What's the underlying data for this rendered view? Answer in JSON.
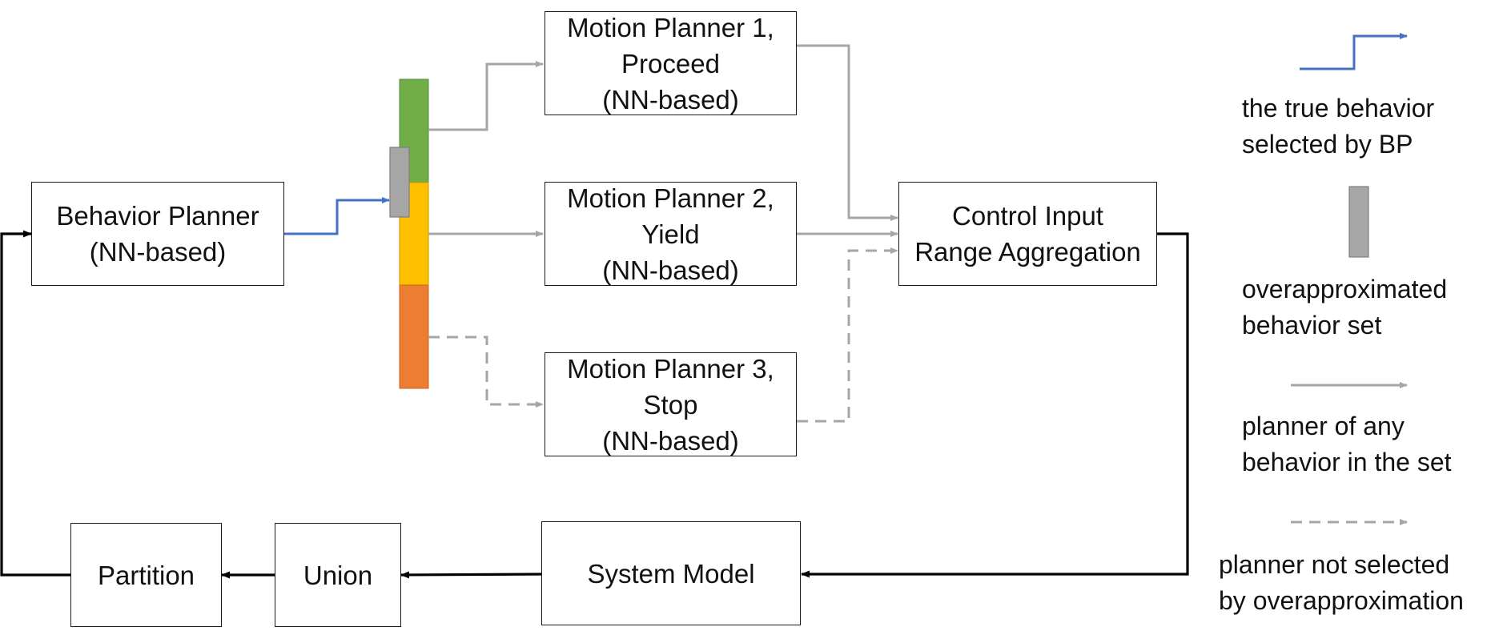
{
  "boxes": {
    "behavior_planner": {
      "line1": "Behavior Planner",
      "line2": "(NN-based)"
    },
    "motion_planner_1": {
      "line1": "Motion Planner 1,",
      "line2": "Proceed",
      "line3": "(NN-based)"
    },
    "motion_planner_2": {
      "line1": "Motion Planner 2,",
      "line2": "Yield",
      "line3": "(NN-based)"
    },
    "motion_planner_3": {
      "line1": "Motion Planner 3,",
      "line2": "Stop",
      "line3": "(NN-based)"
    },
    "control_input": {
      "line1": "Control Input",
      "line2": "Range Aggregation"
    },
    "system_model": {
      "label": "System Model"
    },
    "union": {
      "label": "Union"
    },
    "partition": {
      "label": "Partition"
    }
  },
  "legend": {
    "true_behavior": {
      "line1": "the true behavior",
      "line2": "selected by BP"
    },
    "overapprox_set": {
      "line1": "overapproximated",
      "line2": "behavior set"
    },
    "any_behavior": {
      "line1": "planner of any",
      "line2": "behavior in the set"
    },
    "not_selected": {
      "line1": "planner not selected",
      "line2": "by overapproximation"
    }
  },
  "colors": {
    "blue_arrow": "#4472C4",
    "gray_arrow": "#A6A6A6",
    "black_arrow": "#000000",
    "behavior_green": "#70AD47",
    "behavior_yellow": "#FFC000",
    "behavior_orange": "#ED7D31",
    "overapprox_gray": "#A6A6A6"
  }
}
